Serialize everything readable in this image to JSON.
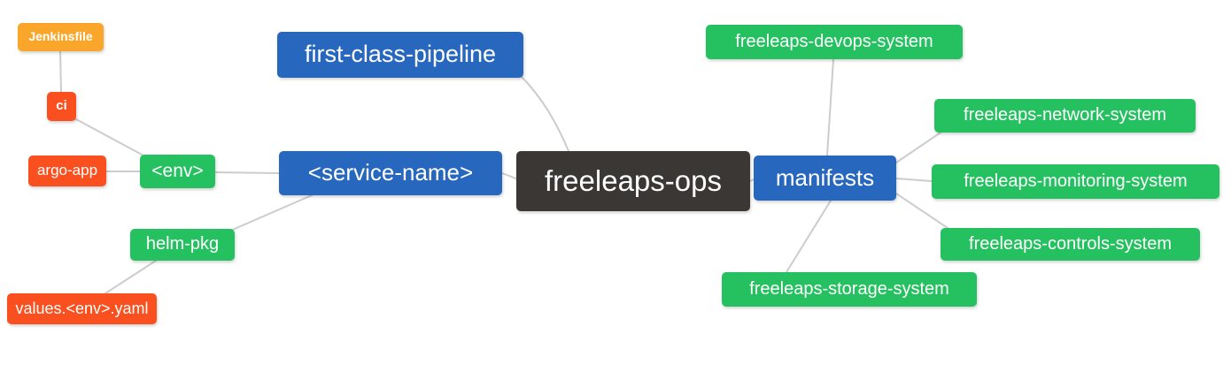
{
  "diagram": {
    "title": "freeleaps-ops mind map",
    "background_color": "#FFFFFF",
    "edge_color": "#CCCCCC",
    "palette": {
      "blue": "#2767BE",
      "green": "#25C160",
      "orange": "#F9A62B",
      "red": "#FA4F1E",
      "dark": "#3B3735",
      "text": "#FFFFFF"
    },
    "root": {
      "label": "freeleaps-ops"
    },
    "nodes": {
      "jenkinsfile": {
        "label": "Jenkinsfile",
        "color": "orange"
      },
      "ci": {
        "label": "ci",
        "color": "red"
      },
      "argo_app": {
        "label": "argo-app",
        "color": "red"
      },
      "env": {
        "label": "<env>",
        "color": "green"
      },
      "helm_pkg": {
        "label": "helm-pkg",
        "color": "green"
      },
      "values_env_yaml": {
        "label": "values.<env>.yaml",
        "color": "red"
      },
      "first_class_pipeline": {
        "label": "first-class-pipeline",
        "color": "blue"
      },
      "service_name": {
        "label": "<service-name>",
        "color": "blue"
      },
      "freeleaps_ops": {
        "label": "freeleaps-ops",
        "color": "dark"
      },
      "manifests": {
        "label": "manifests",
        "color": "blue"
      },
      "devops_system": {
        "label": "freeleaps-devops-system",
        "color": "green"
      },
      "network_system": {
        "label": "freeleaps-network-system",
        "color": "green"
      },
      "monitoring_system": {
        "label": "freeleaps-monitoring-system",
        "color": "green"
      },
      "controls_system": {
        "label": "freeleaps-controls-system",
        "color": "green"
      },
      "storage_system": {
        "label": "freeleaps-storage-system",
        "color": "green"
      }
    },
    "edges": [
      {
        "from": "jenkinsfile",
        "to": "ci"
      },
      {
        "from": "ci",
        "to": "env"
      },
      {
        "from": "argo_app",
        "to": "env"
      },
      {
        "from": "env",
        "to": "service_name"
      },
      {
        "from": "first_class_pipeline",
        "to": "freeleaps_ops"
      },
      {
        "from": "service_name",
        "to": "freeleaps_ops"
      },
      {
        "from": "service_name",
        "to": "helm_pkg"
      },
      {
        "from": "helm_pkg",
        "to": "values_env_yaml"
      },
      {
        "from": "freeleaps_ops",
        "to": "manifests"
      },
      {
        "from": "manifests",
        "to": "devops_system"
      },
      {
        "from": "manifests",
        "to": "network_system"
      },
      {
        "from": "manifests",
        "to": "monitoring_system"
      },
      {
        "from": "manifests",
        "to": "controls_system"
      },
      {
        "from": "manifests",
        "to": "storage_system"
      }
    ]
  }
}
